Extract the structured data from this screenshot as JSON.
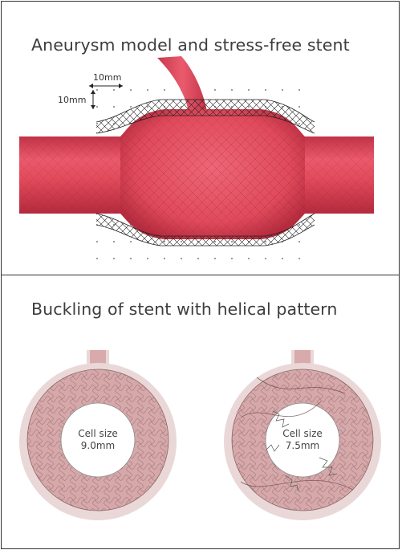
{
  "panels": {
    "top": {
      "title": "Aneurysm model and stress-free stent",
      "scale_x_label": "10mm",
      "scale_y_label": "10mm"
    },
    "bottom": {
      "title": "Buckling of stent with helical pattern",
      "rings": [
        {
          "line1": "Cell size",
          "line2": "9.0mm"
        },
        {
          "line1": "Cell size",
          "line2": "7.5mm"
        }
      ]
    }
  },
  "colors": {
    "vessel": "#e24b5c",
    "vessel_dark": "#b82b3d",
    "ring_fill": "#d8aaac",
    "ring_halo": "#ead8d8",
    "stent_wire": "#333333"
  }
}
